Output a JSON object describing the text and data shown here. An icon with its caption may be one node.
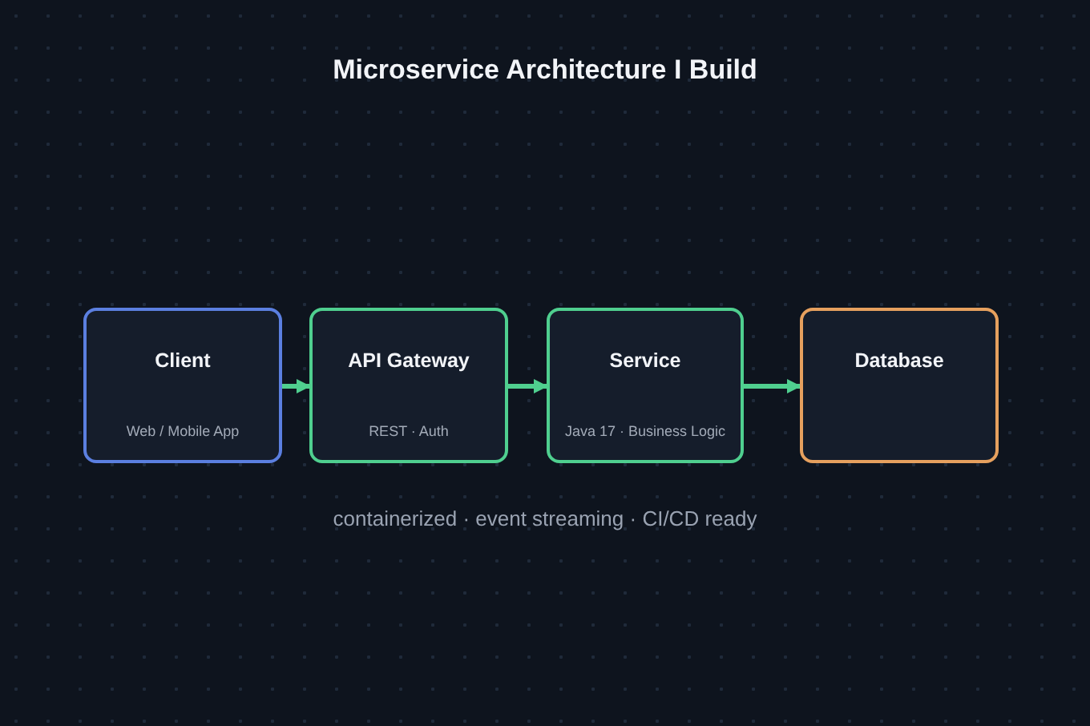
{
  "diagram": {
    "title": "Microservice Architecture I Build",
    "nodes": [
      {
        "text": [
          "Client",
          "Web / Mobile App"
        ]
      },
      {
        "text": [
          "API Gateway",
          "REST · Auth"
        ]
      },
      {
        "text": [
          "Service",
          "Java 17 · Business Logic"
        ]
      },
      {
        "text": [
          "Database"
        ]
      }
    ],
    "edges": [
      {
        "from": 0,
        "to": 1,
        "arrow": "to"
      },
      {
        "from": 1,
        "to": 2,
        "arrow": "to"
      },
      {
        "from": 2,
        "to": 3,
        "arrow": "to"
      }
    ],
    "caption": "containerized · event streaming · CI/CD ready"
  }
}
